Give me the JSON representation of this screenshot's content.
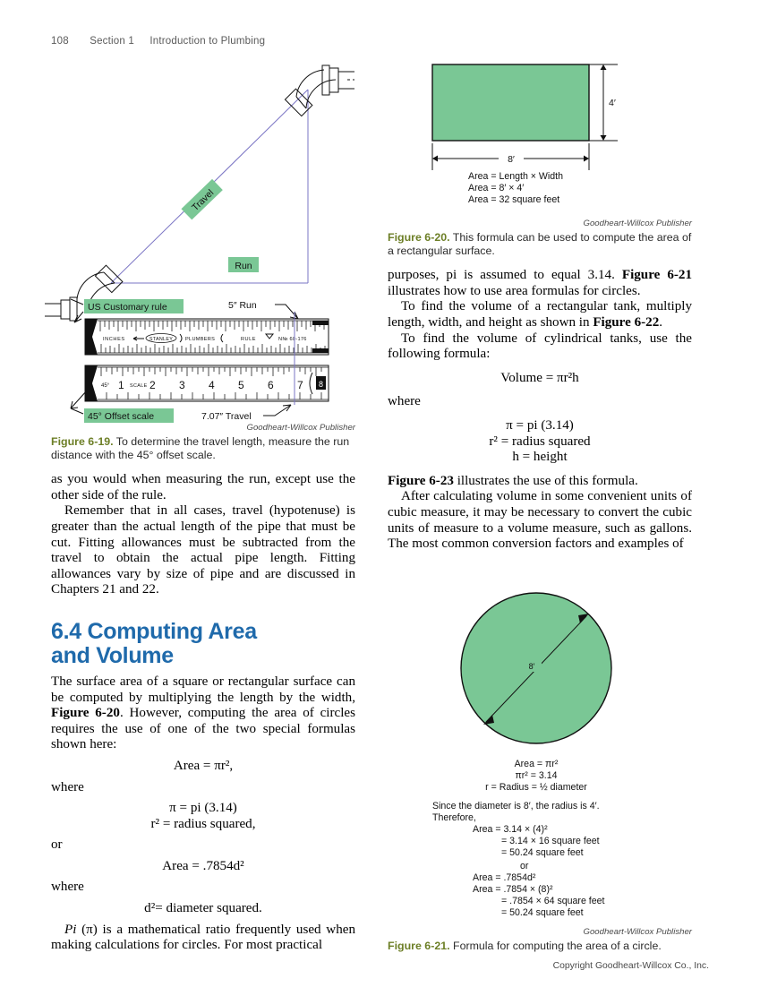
{
  "running_head": {
    "page_number": "108",
    "section": "Section 1",
    "title": "Introduction to Plumbing"
  },
  "figure_6_19": {
    "travel_label": "Travel",
    "run_label": "Run",
    "us_rule_label": "US Customary rule",
    "offset_scale_label": "45° Offset scale",
    "run_measure": "5″ Run",
    "travel_measure": "7.07″ Travel",
    "ruler_text": {
      "inches": "INCHES",
      "brand": "STANLEY",
      "plumbers": "PLUMBERS",
      "rule": "RULE",
      "model": "N№ 60-176",
      "scale_45": "45°",
      "scale_word": "SCALE",
      "numbers": [
        "1",
        "2",
        "3",
        "4",
        "5",
        "6",
        "7",
        "8"
      ]
    },
    "credit": "Goodheart-Willcox Publisher",
    "caption_label": "Figure 6-19.",
    "caption_text": "To determine the travel length, measure the run distance with the 45° offset scale."
  },
  "figure_6_20": {
    "width_label": "8′",
    "height_label": "4′",
    "formula_lines": [
      "Area = Length × Width",
      "Area = 8′ × 4′",
      "Area = 32 square feet"
    ],
    "credit": "Goodheart-Willcox Publisher",
    "caption_label": "Figure 6-20.",
    "caption_text": "This formula can be used to compute the area of a rectangular surface."
  },
  "figure_6_21": {
    "diameter_label": "8′",
    "formula_head": [
      "Area = πr²",
      "πr² = 3.14",
      "r = Radius = ½ diameter"
    ],
    "given_line1": "Since the diameter is 8′, the radius is 4′.",
    "given_line2": "Therefore,",
    "calc_lines": [
      "Area = 3.14 × (4)²",
      "= 3.14 × 16 square feet",
      "= 50.24 square feet",
      "or",
      "Area = .7854d²",
      "Area = .7854 × (8)²",
      "= .7854 × 64 square feet",
      "= 50.24 square feet"
    ],
    "credit": "Goodheart-Willcox Publisher",
    "caption_label": "Figure 6-21.",
    "caption_text": "Formula for computing the area of a circle."
  },
  "left_column": {
    "para1": "as you would when measuring the run, except use the other side of the rule.",
    "para2": "Remember that in all cases, travel (hypotenuse) is greater than the actual length of the pipe that must be cut. Fitting allowances must be subtracted from the travel to obtain the actual pipe length. Fitting allowances vary by size of pipe and are discussed in Chapters 21 and 22.",
    "heading_line1": "6.4 Computing Area",
    "heading_line2": "and Volume",
    "para3_a": "The surface area of a square or rectangular surface can be computed by multiplying the length by the width, ",
    "para3_fig": "Figure 6-20",
    "para3_b": ". However, computing the area of circles requires the use of one of the two special formulas shown here:",
    "formula1": "Area = πr²,",
    "where1": "where",
    "formula2_line1": "π = pi (3.14)",
    "formula2_line2": "r² = radius squared,",
    "or": "or",
    "formula3": "Area = .7854d²",
    "where2": "where",
    "formula4": "d²= diameter squared.",
    "para4_pi": "Pi",
    "para4_rest": " (π) is a mathematical ratio frequently used when making calculations for circles. For most practical"
  },
  "right_column": {
    "para1_a": "purposes, pi is assumed to equal 3.14. ",
    "para1_fig": "Figure 6-21",
    "para1_b": " illustrates how to use area formulas for circles.",
    "para2_a": "To find the volume of a rectangular tank, multiply length, width, and height as shown in ",
    "para2_fig": "Figure 6-22",
    "para2_b": ".",
    "para3": "To find the volume of cylindrical tanks, use the following formula:",
    "formula_volume": "Volume = πr²h",
    "where": "where",
    "where_line1": "π = pi (3.14)",
    "where_line2": "r² = radius squared",
    "where_line3": "h = height",
    "para4_fig": "Figure 6-23",
    "para4_rest": " illustrates the use of this formula.",
    "para5": "After calculating volume in some convenient units of cubic measure, it may be necessary to convert the cubic units of measure to a volume measure, such as gallons. The most common conversion factors and examples of"
  },
  "footer": "Copyright Goodheart-Willcox Co., Inc.",
  "colors": {
    "highlight_green": "#7ac795",
    "heading_blue": "#1f6aab",
    "caption_olive": "#6d7f27",
    "travel_line": "#7a74c4"
  }
}
